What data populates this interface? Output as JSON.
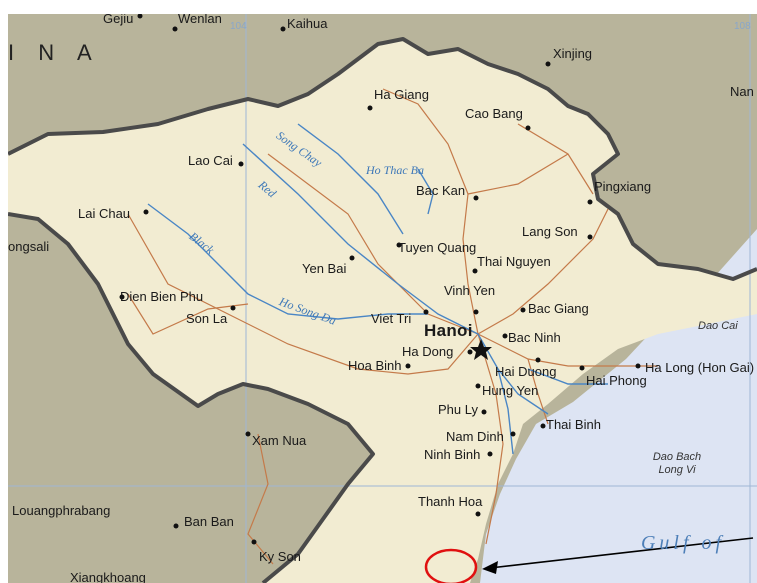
{
  "map": {
    "country_label": "I N A",
    "capital": "Hanoi",
    "cities": [
      "Gejiu",
      "Wenlan",
      "Kaihua",
      "Xinjing",
      "Ha Giang",
      "Cao Bang",
      "Lao Cai",
      "Bac Kan",
      "Pingxiang",
      "Lai Chau",
      "Lang Son",
      "Tuyen Quang",
      "Thai Nguyen",
      "Yen Bai",
      "Dien Bien Phu",
      "Son La",
      "Vinh Yen",
      "Bac Giang",
      "Viet Tri",
      "Bac Ninh",
      "Ha Dong",
      "Hoa Binh",
      "Hai Duong",
      "Hai Phong",
      "Ha Long (Hon Gai)",
      "Hung Yen",
      "Phu Ly",
      "Thai Binh",
      "Xam Nua",
      "Nam Dinh",
      "Ninh Binh",
      "Thanh Hoa",
      "Louangphrabang",
      "Ban Ban",
      "Ky Son",
      "Xiangkhoang",
      "Nan",
      "ongsali"
    ],
    "rivers": [
      "Song Chay",
      "Red",
      "Black",
      "Ho Song Da",
      "Ho Thac Ba"
    ],
    "islands": [
      "Dao Cai",
      "Dao Bach Long Vi"
    ],
    "sea": "Gulf of",
    "grid_labels": [
      "104",
      "108"
    ],
    "colors": {
      "vietnam_land": "#f2ecd2",
      "neighbor_land": "#b8b49b",
      "sea": "#dde4f3",
      "river": "#4a86c5",
      "road": "#c47a4a",
      "border": "#4a4a4a",
      "annotation": "#e01010"
    },
    "annotation": {
      "marker": "red-circle",
      "pointer": "black-arrow"
    }
  }
}
